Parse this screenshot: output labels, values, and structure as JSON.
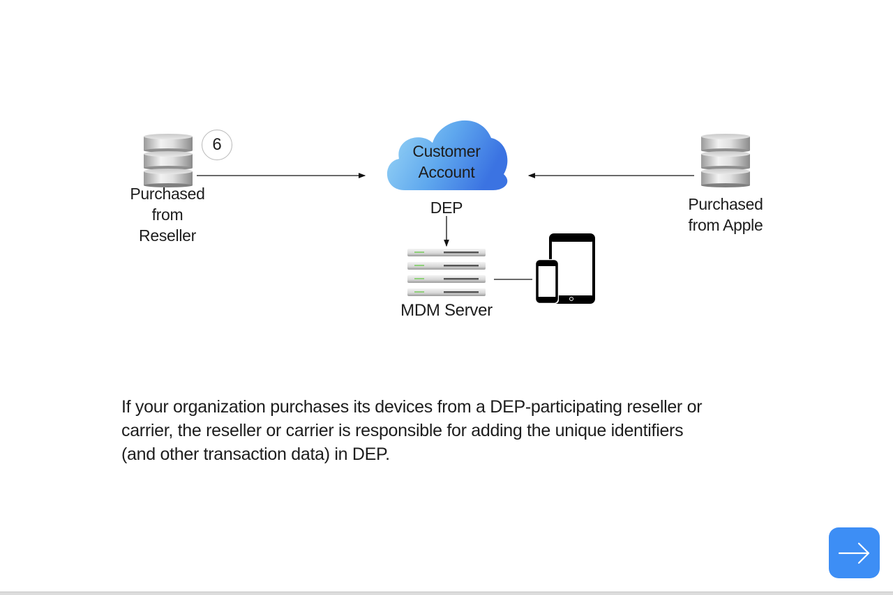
{
  "diagram": {
    "badge_number": "6",
    "reseller_label": [
      "Purchased",
      "from",
      "Reseller"
    ],
    "apple_label": [
      "Purchased",
      "from Apple"
    ],
    "cloud_label": [
      "Customer",
      "Account"
    ],
    "dep_label": "DEP",
    "mdm_label": "MDM Server",
    "colors": {
      "cloud_light": "#8fd0f4",
      "cloud_dark": "#3f7fe8",
      "accent": "#3d8ef5"
    }
  },
  "description": {
    "lines": [
      "If your organization purchases its devices from a DEP-participating reseller or",
      "carrier, the reseller or carrier is responsible for adding the unique identifiers",
      "(and other transaction data) in DEP."
    ]
  },
  "navigation": {
    "next_icon": "arrow-right-icon"
  }
}
